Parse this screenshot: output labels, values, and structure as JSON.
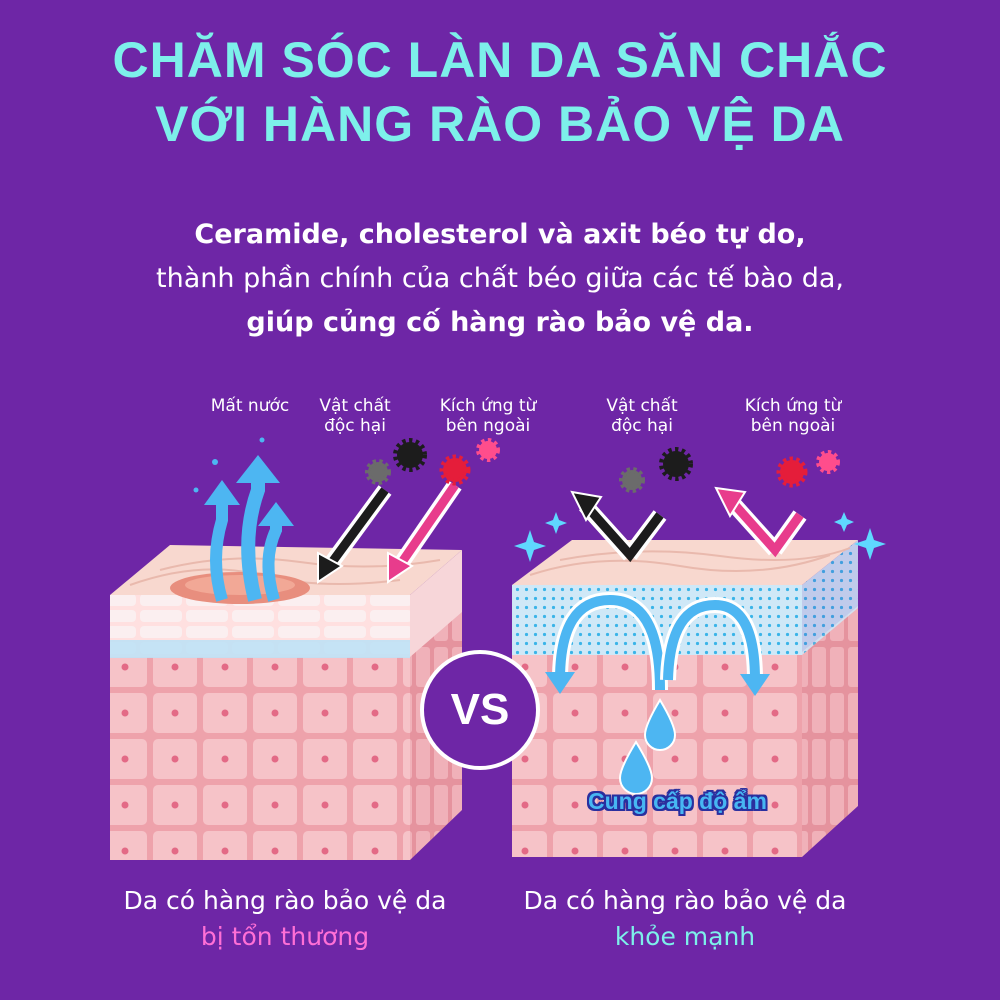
{
  "title": {
    "line1": "CHĂM SÓC LÀN DA SĂN CHẮC",
    "line2": "VỚI HÀNG RÀO BẢO VỆ DA"
  },
  "subtitle": {
    "line1": "Ceramide, cholesterol và axit béo tự do,",
    "line2": "thành phần chính của chất béo giữa các tế bào da,",
    "line3": "giúp củng cố hàng rào bảo vệ da."
  },
  "left_panel": {
    "label_water": "Mất nước",
    "label_toxic": "Vật chất\nđộc hại",
    "label_irritant": "Kích ứng từ\nbên ngoài",
    "caption_line1": "Da có hàng rào bảo vệ da",
    "caption_line2": "bị tổn thương"
  },
  "right_panel": {
    "label_toxic": "Vật chất\nđộc hại",
    "label_irritant": "Kích ứng từ\nbên ngoài",
    "moisture_label": "Cung cấp độ ẩm",
    "caption_line1": "Da có hàng rào bảo vệ da",
    "caption_line2": "khỏe mạnh"
  },
  "vs_label": "VS",
  "colors": {
    "background": "#6e26a6",
    "title": "#7df0ea",
    "damaged_accent": "#ff6fd6",
    "healthy_accent": "#7df0ea",
    "skin": "#f3b7bd",
    "barrier": "#cfe8f7"
  },
  "icons": [
    "evaporation-arrow-icon",
    "toxic-particle-icon",
    "irritant-particle-icon",
    "sparkle-icon",
    "water-drop-icon"
  ]
}
